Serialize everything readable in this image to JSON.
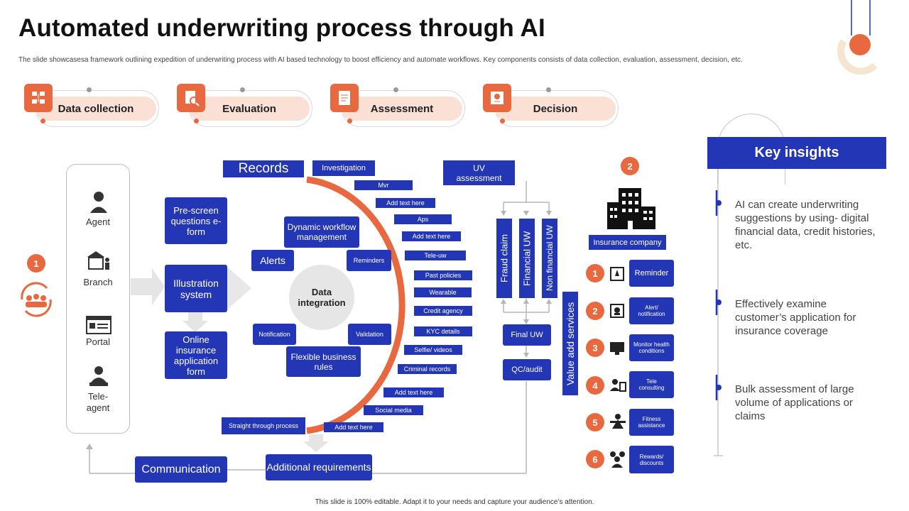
{
  "title": "Automated underwriting process through AI",
  "subtitle": "The slide showcasesa framework outlining expedition of underwriting process with AI based technology to boost efficiency and automate workflows. Key components consists of data collection, evaluation, assessment, decision, etc.",
  "stages": [
    {
      "label": "Data collection",
      "icon": "data-collection-icon"
    },
    {
      "label": "Evaluation",
      "icon": "evaluation-icon"
    },
    {
      "label": "Assessment",
      "icon": "assessment-icon"
    },
    {
      "label": "Decision",
      "icon": "decision-icon"
    }
  ],
  "step1_number": "1",
  "step2_number": "2",
  "channels": [
    {
      "label": "Agent",
      "icon": "agent-icon"
    },
    {
      "label": "Branch",
      "icon": "branch-icon"
    },
    {
      "label": "Portal",
      "icon": "portal-icon"
    },
    {
      "label": "Tele-\nagent",
      "icon": "tele-agent-icon"
    }
  ],
  "intake": [
    "Pre-screen questions e-form",
    "Illustration system",
    "Online insurance application form"
  ],
  "engine": {
    "records": "Records",
    "center": "Data integration",
    "dynamic": "Dynamic workflow management",
    "alerts": "Alerts",
    "reminders": "Reminders",
    "notification": "Notification",
    "validation": "Validation",
    "flexible": "Flexible business rules",
    "straight": "Straight through process"
  },
  "sources": [
    "Investigation",
    "Mvr",
    "Add text here",
    "Aps",
    "Add text here",
    "Tele-uw",
    "Past policies",
    "Wearable",
    "Credit agency",
    "KYC details",
    "Selfie/ videos",
    "Criminal records",
    "Add text here",
    "Social media",
    "Add text here"
  ],
  "uw": {
    "assessment": "UV assessment",
    "fraud": "Fraud claim",
    "financial": "Financial UW",
    "nonfinancial": "Non financial UW",
    "final": "Final UW",
    "qc": "QC/audit"
  },
  "bottom": {
    "communication": "Communication",
    "additional": "Additional requirements"
  },
  "value_add": "Value add services",
  "insurance_company": "Insurance company",
  "services": [
    {
      "n": "1",
      "label": "Reminder",
      "icon": "reminder-icon"
    },
    {
      "n": "2",
      "label": "Alert/ notification",
      "icon": "alert-icon"
    },
    {
      "n": "3",
      "label": "Monitor health conditions",
      "icon": "monitor-icon"
    },
    {
      "n": "4",
      "label": "Tele consulting",
      "icon": "tele-consulting-icon"
    },
    {
      "n": "5",
      "label": "Fitness assistance",
      "icon": "fitness-icon"
    },
    {
      "n": "6",
      "label": "Rewards/ discounts",
      "icon": "rewards-icon"
    }
  ],
  "insights": {
    "title": "Key insights",
    "items": [
      "AI can create underwriting suggestions by using- digital financial data, credit histories, etc.",
      "Effectively examine customer’s application for insurance coverage",
      "Bulk assessment of large volume of applications or claims"
    ]
  },
  "footer": "This slide is 100% editable. Adapt it to your needs and capture your audience’s attention.",
  "colors": {
    "blue": "#2336b5",
    "orange": "#e8683f",
    "peach": "#fbe0d6"
  }
}
